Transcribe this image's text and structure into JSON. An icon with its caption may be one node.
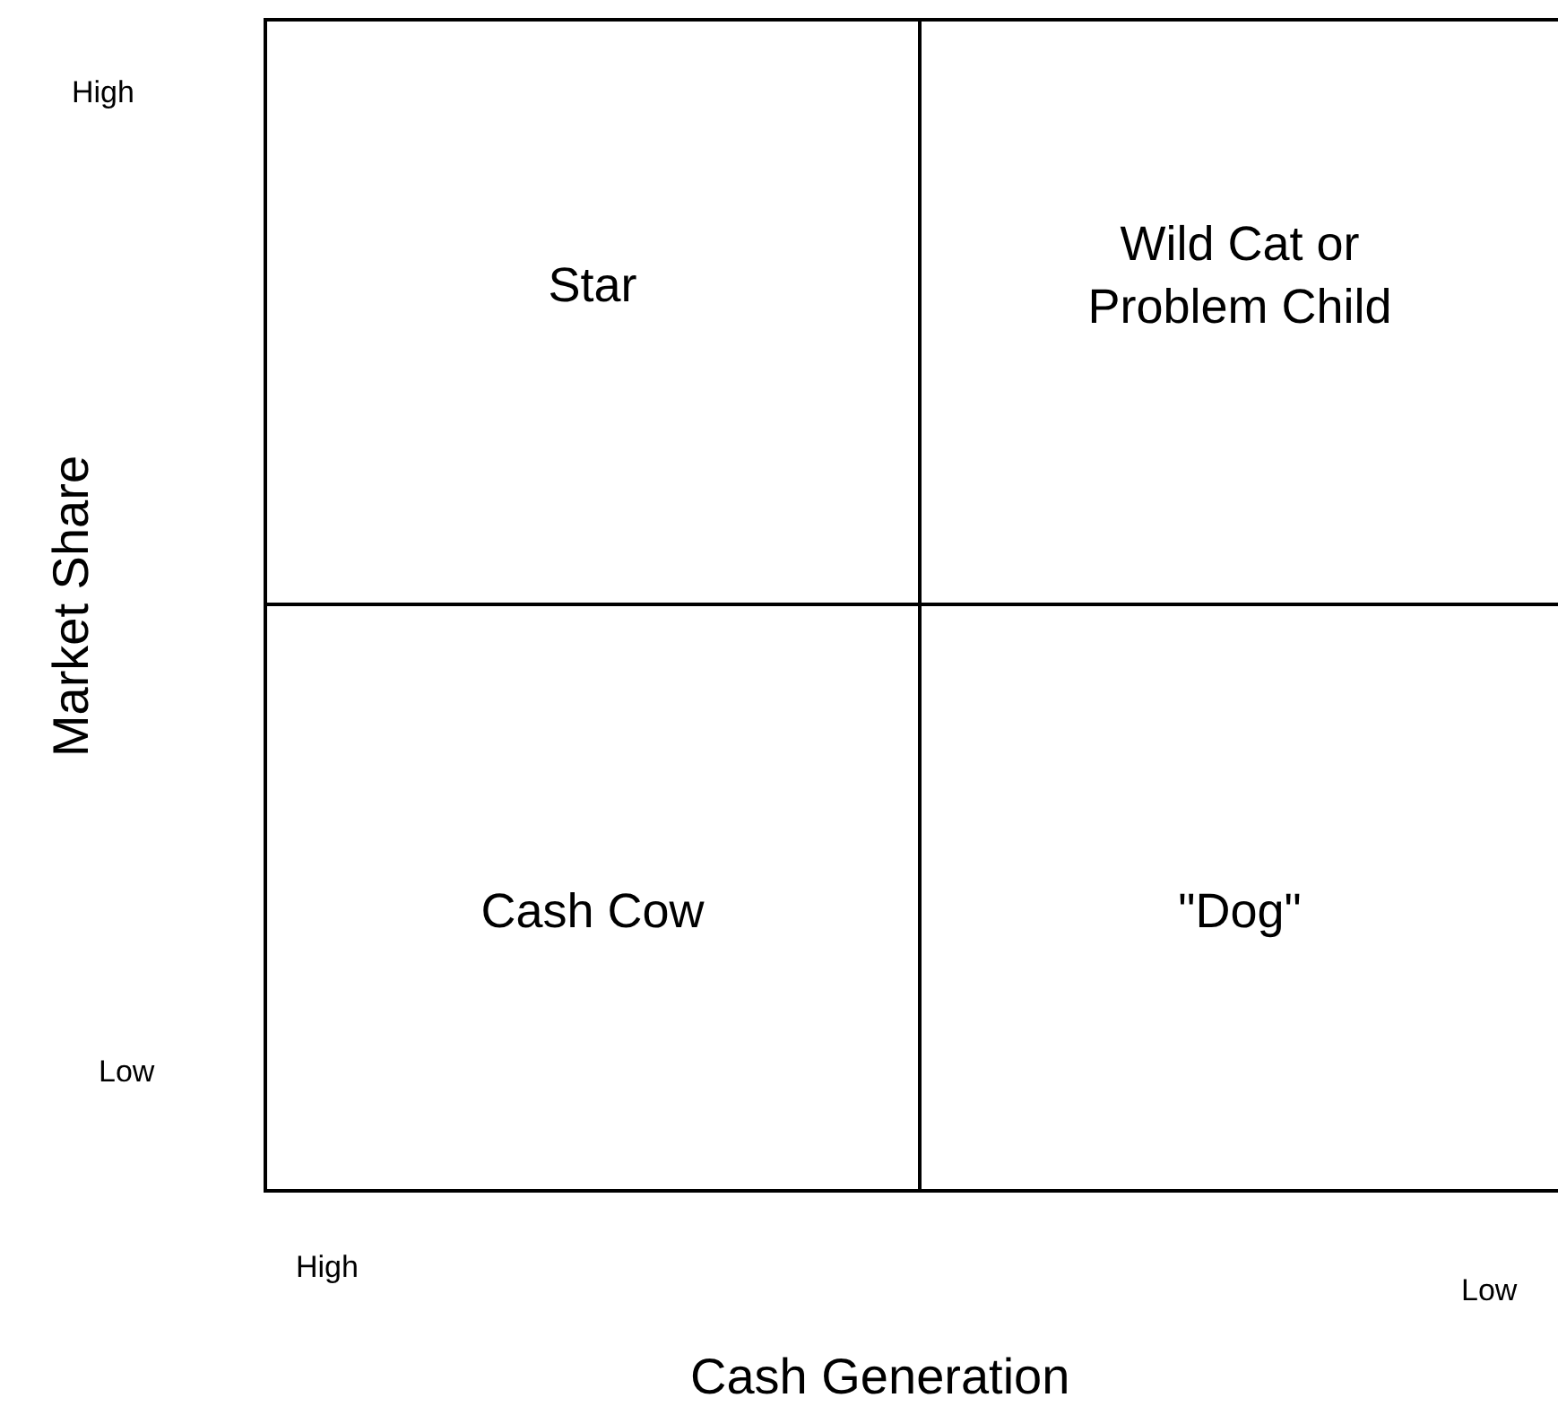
{
  "diagram": {
    "nodes": [
      {
        "text": [
          "Star"
        ]
      },
      {
        "text": [
          "Wild Cat or Problem Child"
        ]
      },
      {
        "text": [
          "Cash Cow"
        ]
      },
      {
        "text": [
          "\"Dog\""
        ]
      }
    ],
    "labels": [
      "High",
      "Market Share",
      "Low",
      "High",
      "Low",
      "Cash Generation"
    ]
  }
}
